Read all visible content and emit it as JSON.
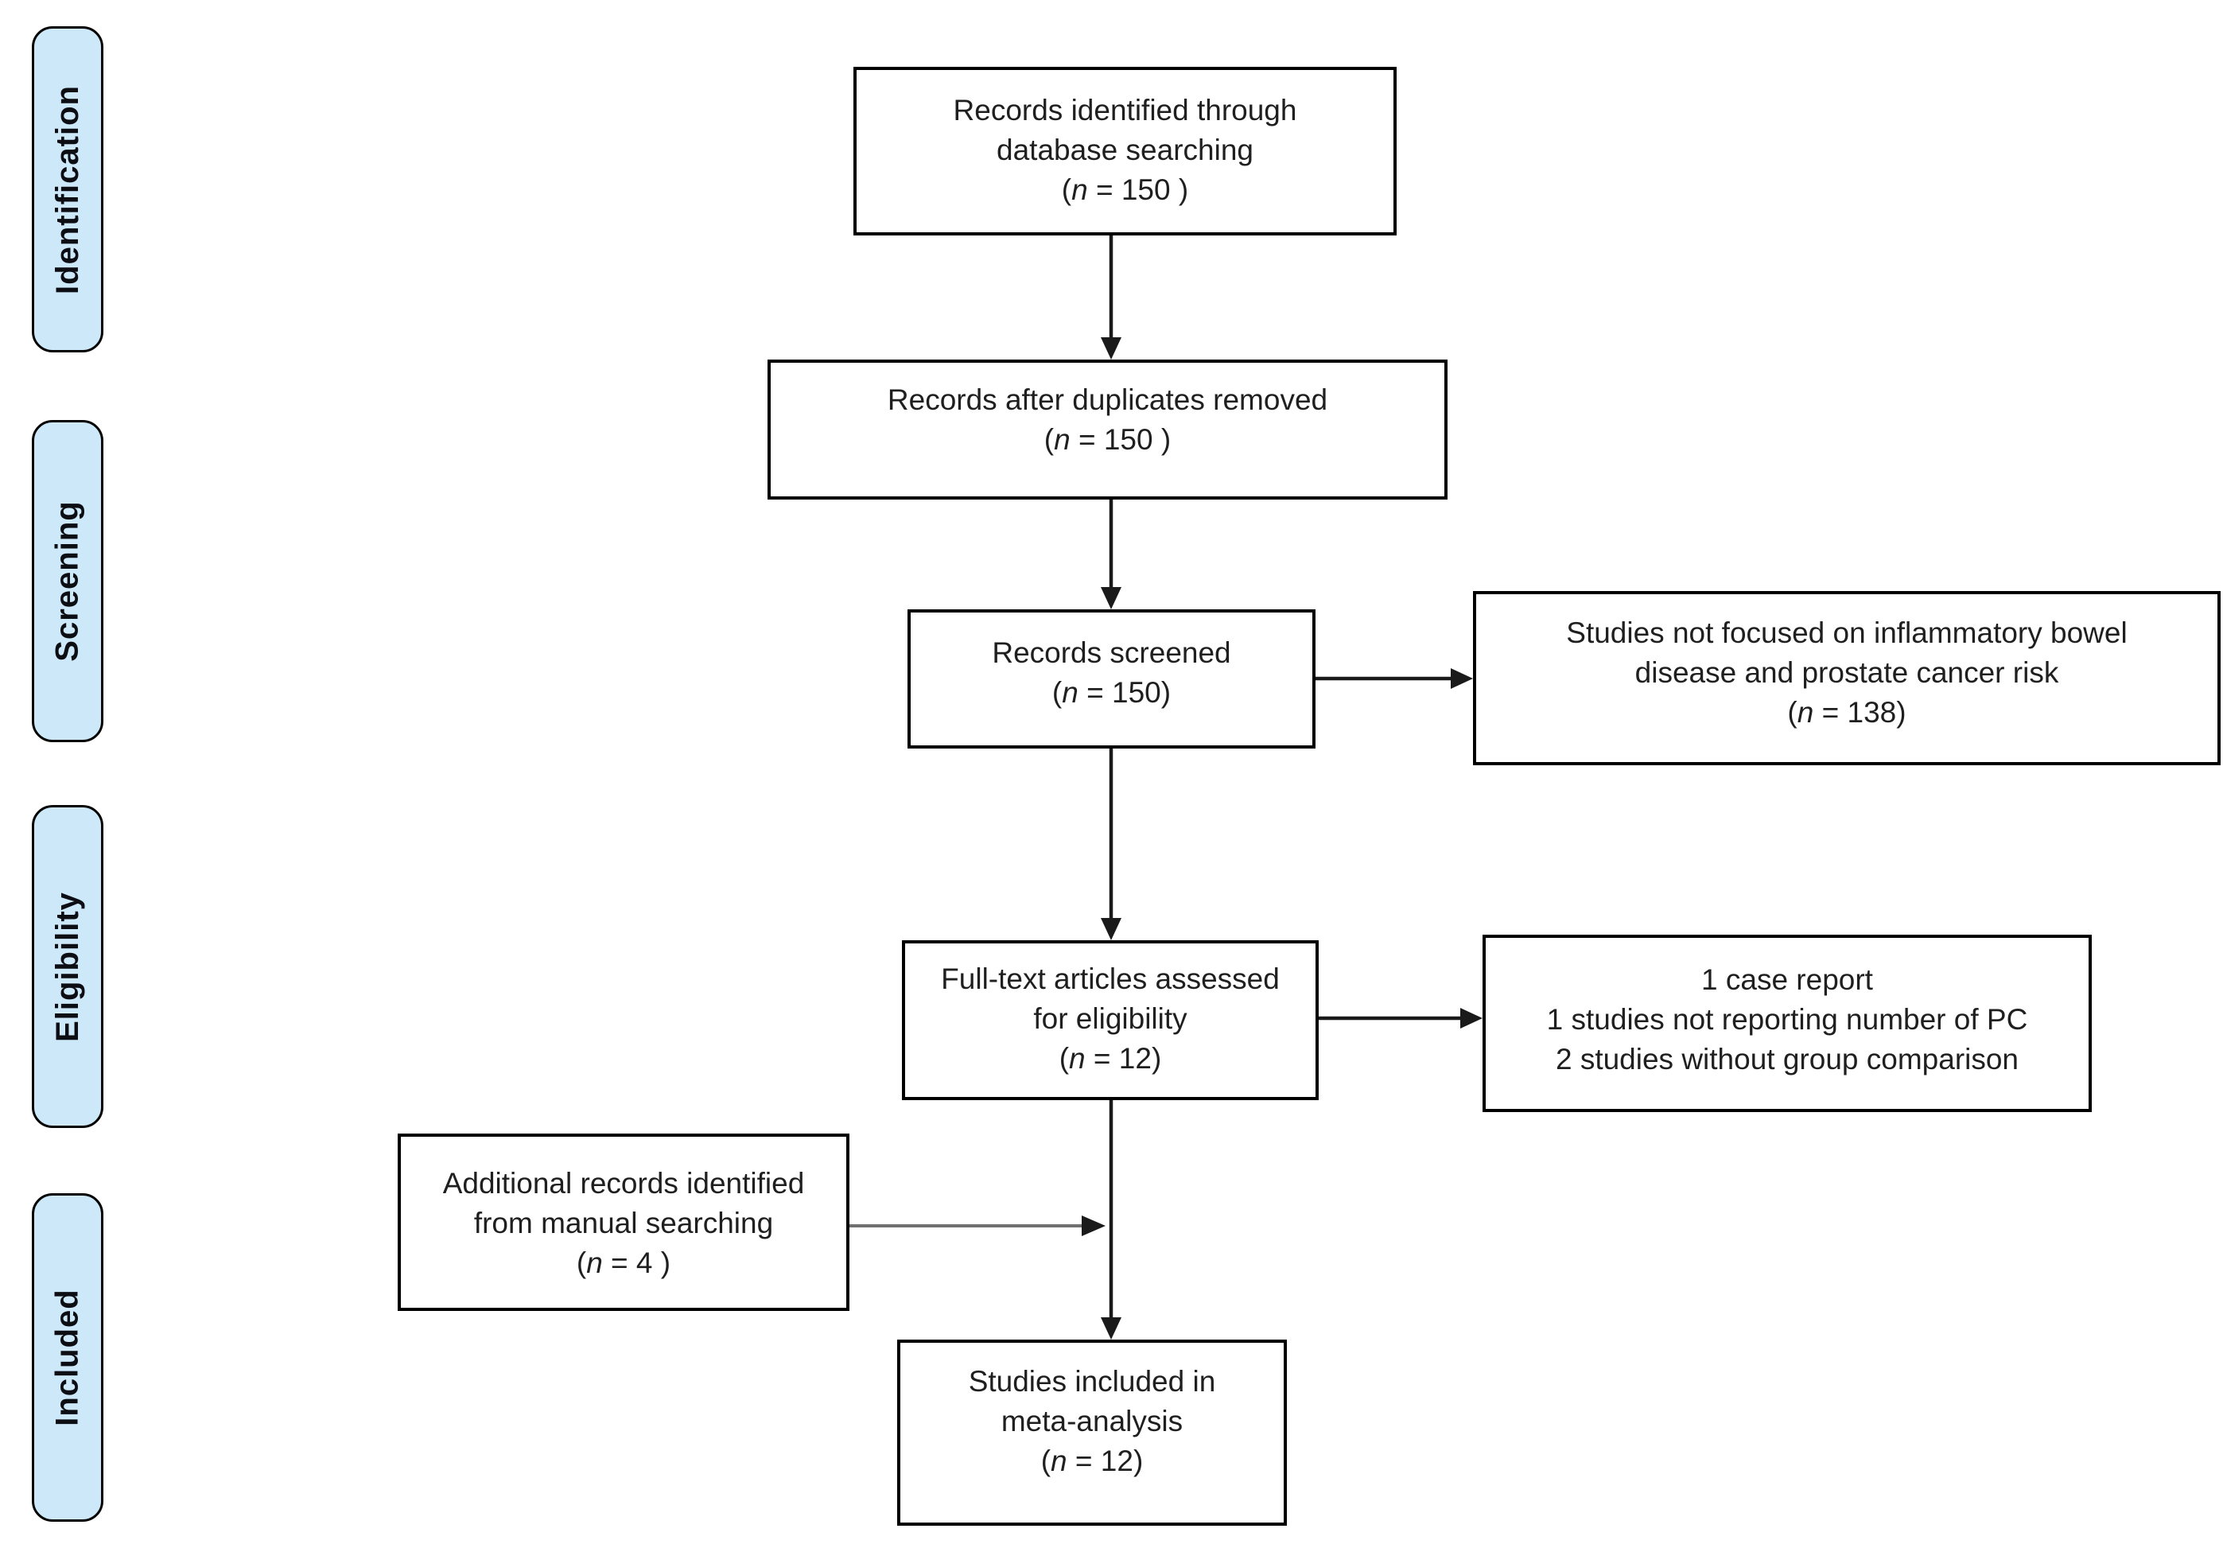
{
  "stages": [
    {
      "label": "Identification"
    },
    {
      "label": "Screening"
    },
    {
      "label": "Eligibility"
    },
    {
      "label": "Included"
    }
  ],
  "boxes": {
    "identified": {
      "lines": [
        "Records identified through",
        "database searching"
      ],
      "count": {
        "open": "(",
        "n": "n",
        "rest": " = 150 )"
      }
    },
    "duplicates": {
      "lines": [
        "Records after duplicates removed"
      ],
      "count": {
        "open": "(",
        "n": "n",
        "rest": " = 150 )"
      }
    },
    "screened": {
      "lines": [
        "Records screened"
      ],
      "count": {
        "open": "(",
        "n": "n",
        "rest": " = 150)"
      }
    },
    "not_focused": {
      "lines": [
        "Studies not focused on inflammatory bowel",
        "disease and prostate cancer risk"
      ],
      "count": {
        "open": "(",
        "n": "n",
        "rest": " = 138)"
      }
    },
    "fulltext": {
      "lines": [
        "Full-text articles assessed",
        "for eligibility"
      ],
      "count": {
        "open": "(",
        "n": "n",
        "rest": " = 12)"
      }
    },
    "excluded": {
      "lines": [
        "1 case report",
        "1 studies not reporting number of PC",
        "2 studies without group comparison"
      ]
    },
    "additional": {
      "lines": [
        "Additional records identified",
        "from manual searching"
      ],
      "count": {
        "open": "(",
        "n": "n",
        "rest": " = 4 )"
      }
    },
    "included": {
      "lines": [
        "Studies included in",
        "meta-analysis"
      ],
      "count": {
        "open": "(",
        "n": "n",
        "rest": " = 12)"
      }
    }
  },
  "colors": {
    "stage_fill": "#cde8f9",
    "border": "#000000",
    "text": "#1f1f1f",
    "arrow": "#1a1a1a",
    "manual_arrow_line": "#707070"
  }
}
